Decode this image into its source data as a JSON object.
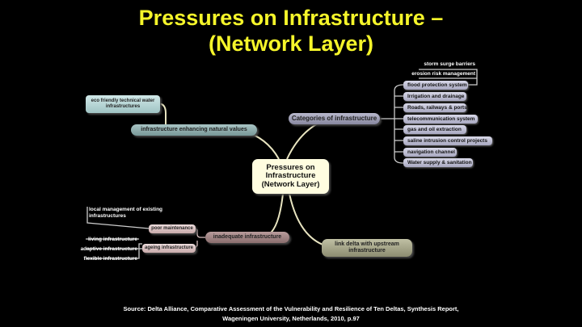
{
  "title": {
    "line1": "Pressures on Infrastructure –",
    "line2": "(Network Layer)"
  },
  "center": {
    "line1": "Pressures on",
    "line2": "Infrastructure",
    "line3": "(Network Layer)"
  },
  "categories": {
    "label": "Categories of infrastructure",
    "items": [
      "flood protection system",
      "Irrigation and drainage",
      "Roads, railways & ports",
      "telecommunication system",
      "gas and oil extraction",
      "saline intrusion control projects",
      "navigation channel",
      "Water supply & sanitation"
    ],
    "flood_sub": [
      "storm surge barriers",
      "erosion risk management"
    ]
  },
  "enhancing": {
    "label": "infrastructure enhancing natural values",
    "child_line1": "eco friendly technical water",
    "child_line2": "infrastructures"
  },
  "inadequate": {
    "label": "inadequate infrastructure",
    "poor": "poor maintenance",
    "poor_sub_line1": "local management of existing",
    "poor_sub_line2": "infrastructures",
    "ageing": "ageing infrastructure",
    "ageing_sub": [
      "living infrastructure",
      "adaptive infrastructure",
      "flexible infrastructure"
    ]
  },
  "link": {
    "line1": "link delta with upstream",
    "line2": "infrastructure"
  },
  "source": {
    "line1": "Source: Delta Alliance, Comparative Assessment of the Vulnerability and Resilience of Ten Deltas, Synthesis Report,",
    "line2": "Wageningen University, Netherlands, 2010, p.97"
  }
}
